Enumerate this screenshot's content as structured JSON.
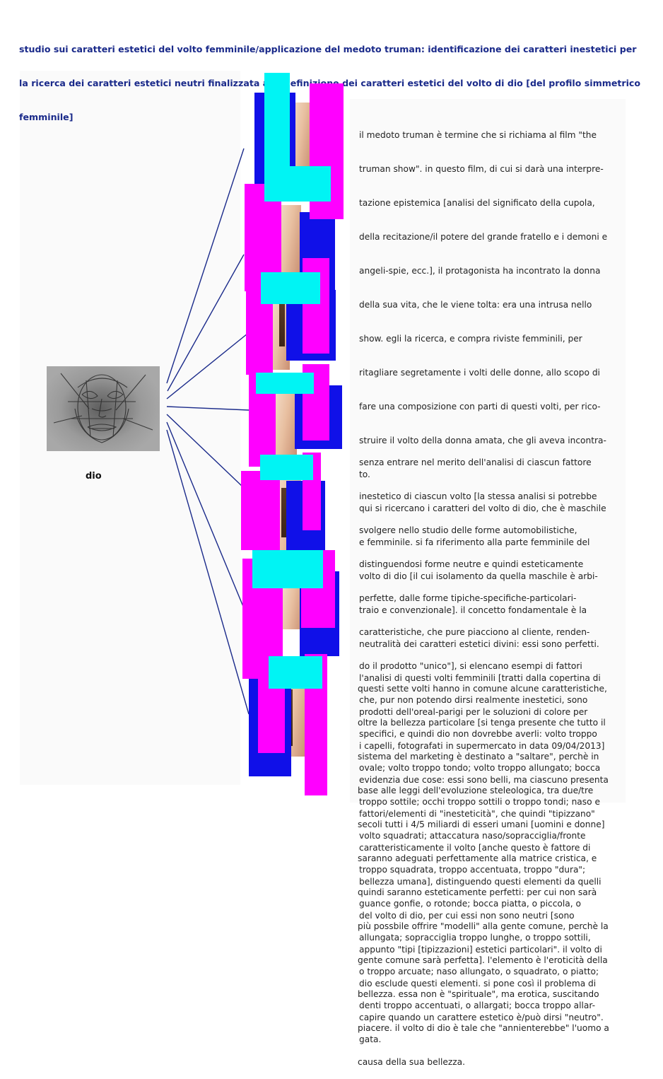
{
  "header": {
    "lines": [
      "studio sui caratteri estetici del volto femminile/applicazione del medoto truman: identificazione dei caratteri inestetici per",
      "la ricerca dei caratteri estetici neutri finalizzata alla definizione dei caratteri estetici del volto di dio [del profilo simmetrico",
      "femminile]"
    ]
  },
  "dio": {
    "caption": "dio"
  },
  "collage": {
    "description_icon": "face-photo-collage"
  },
  "paragraphs": [
    {
      "lines": [
        "il medoto truman è termine che si richiama al film \"the",
        "truman show\". in questo film, di cui si darà una interpre-",
        "tazione epistemica [analisi del significato della cupola,",
        "della recitazione/il potere del grande fratello e i demoni e",
        "angeli-spie, ecc.], il protagonista ha incontrato la donna",
        "della sua vita, che le viene tolta: era una intrusa nello",
        "show. egli la ricerca, e compra riviste femminili, per",
        "ritagliare segretamente i volti delle donne, allo scopo di",
        "fare una composizione con parti di questi volti, per rico-",
        "struire il volto della donna amata, che gli aveva incontra-",
        "to.",
        "qui si ricercano i caratteri del volto di dio, che è maschile",
        "e femminile. si fa riferimento alla parte femminile del",
        "volto di dio [il cui isolamento da quella maschile è arbi-",
        "traio e convenzionale]. il concetto fondamentale è la",
        "neutralità dei caratteri estetici divini: essi sono perfetti.",
        "l'analisi di questi volti femminili [tratti dalla copertina di",
        "prodotti dell'oreal-parigi per le soluzioni di colore per",
        "i capelli, fotografati in supermercato in data 09/04/2013]",
        "evidenzia due cose: essi sono belli, ma ciascuno presenta",
        "fattori/elementi di \"inesteticità\", che quindi \"tipizzano\"",
        "caratteristicamente il volto [anche questo è fattore di",
        "bellezza umana], distinguendo questi elementi da quelli",
        "del volto di dio, per cui essi non sono neutri [sono",
        "appunto \"tipi [tipizzazioni] estetici particolari\". il volto di",
        "dio esclude questi elementi. si pone così il problema di",
        "capire quando un carattere estetico è/può dirsi \"neutro\"."
      ]
    },
    {
      "lines": [
        "senza entrare nel merito dell'analisi di ciascun fattore",
        "inestetico di ciascun volto [la stessa analisi si potrebbe",
        "svolgere nello studio delle forme automobilistiche,",
        "distinguendosi forme neutre e quindi esteticamente",
        "perfette, dalle forme tipiche-specifiche-particolari-",
        "caratteristiche, che pure piacciono al cliente, renden-",
        "do il prodotto \"unico\"], si elencano esempi di fattori",
        "che, pur non potendo dirsi realmente inestetici, sono",
        "specifici, e quindi dio non dovrebbe averli: volto troppo",
        "ovale; volto troppo tondo; volto troppo allungato; bocca",
        "troppo sottile; occhi troppo sottili o troppo tondi; naso e",
        "volto squadrati; attaccatura naso/sopracciglia/fronte",
        "troppo squadrata, troppo accentuata, troppo \"dura\";",
        "guance gonfie, o rotonde; bocca piatta, o piccola, o",
        "allungata; sopracciglia troppo lunghe, o troppo sottili,",
        "o troppo arcuate; naso allungato, o squadrato, o piatto;",
        "denti troppo accentuati, o allargati; bocca troppo allar-",
        "gata."
      ]
    },
    {
      "lines": [
        "questi sette volti hanno in comune alcune caratteristiche,",
        "oltre la bellezza particolare [si tenga presente che tutto il",
        "sistema del marketing è destinato a \"saltare\", perchè in",
        "base alle leggi dell'evoluzione steleologica, tra due/tre",
        "secoli tutti i 4/5 miliardi di esseri umani [uomini e donne]",
        "saranno adeguati perfettamente alla matrice cristica, e",
        "quindi saranno esteticamente perfetti: per cui non sarà",
        "più possbile offrire \"modelli\" alla gente comune, perchè la",
        "gente comune sarà perfetta]. l'elemento è l'eroticità della",
        "bellezza. essa non è \"spirituale\", ma erotica, suscitando",
        "piacere. il volto di dio è tale che \"annienterebbe\" l'uomo a",
        "causa della sua bellezza."
      ]
    }
  ],
  "colors": {
    "header_text": "#1a2a8a",
    "line_color": "#1a2a8a",
    "blue": "#1010e8",
    "magenta": "#ff00ff",
    "cyan": "#00f4f4"
  }
}
